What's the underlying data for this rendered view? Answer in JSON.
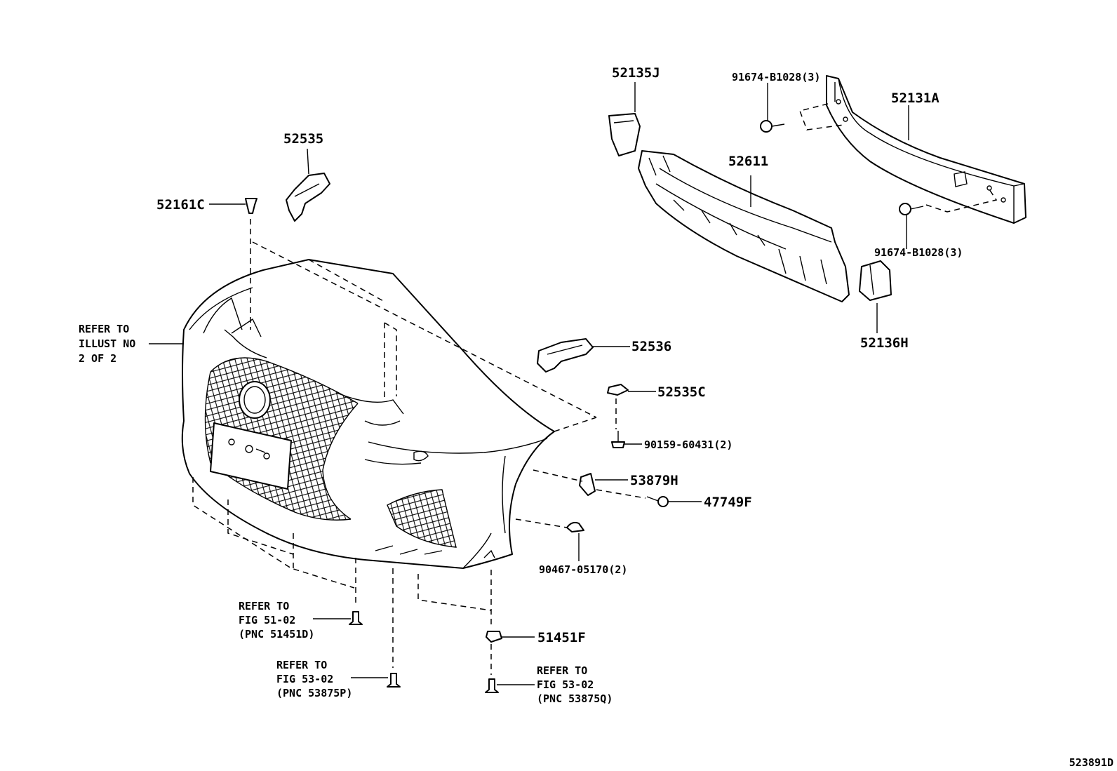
{
  "diagram": {
    "drawing_id": "523891D",
    "part_labels": {
      "p52135J": "52135J",
      "p91674_top": "91674-B1028(3)",
      "p52131A": "52131A",
      "p52535": "52535",
      "p52611": "52611",
      "p52161C": "52161C",
      "p91674_bottom": "91674-B1028(3)",
      "p52136H": "52136H",
      "p52536": "52536",
      "p52535C": "52535C",
      "p90159": "90159-60431(2)",
      "p53879H": "53879H",
      "p47749F": "47749F",
      "p90467": "90467-05170(2)",
      "p51451F": "51451F"
    },
    "refer_notes": {
      "illust": [
        "REFER TO",
        "ILLUST NO",
        "2 OF 2"
      ],
      "fig51": [
        "REFER TO",
        "FIG 51-02",
        "(PNC 51451D)"
      ],
      "fig53p": [
        "REFER TO",
        "FIG 53-02",
        "(PNC 53875P)"
      ],
      "fig53q": [
        "REFER TO",
        "FIG 53-02",
        "(PNC 53875Q)"
      ]
    }
  }
}
